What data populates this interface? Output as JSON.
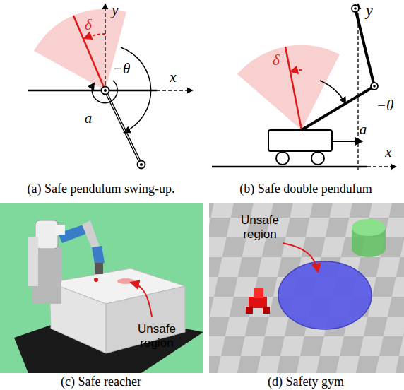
{
  "diagram": {
    "labels": [
      "y",
      "δ",
      "−θ",
      "x",
      "a",
      "(a) Safe pendulum swing-up.",
      "y",
      "δ",
      "−θ",
      "a",
      "x",
      "(b) Safe double pendulum",
      "Unsafe region",
      "(c) Safe reacher",
      "Unsafe region",
      "(d) Safety gym"
    ]
  }
}
